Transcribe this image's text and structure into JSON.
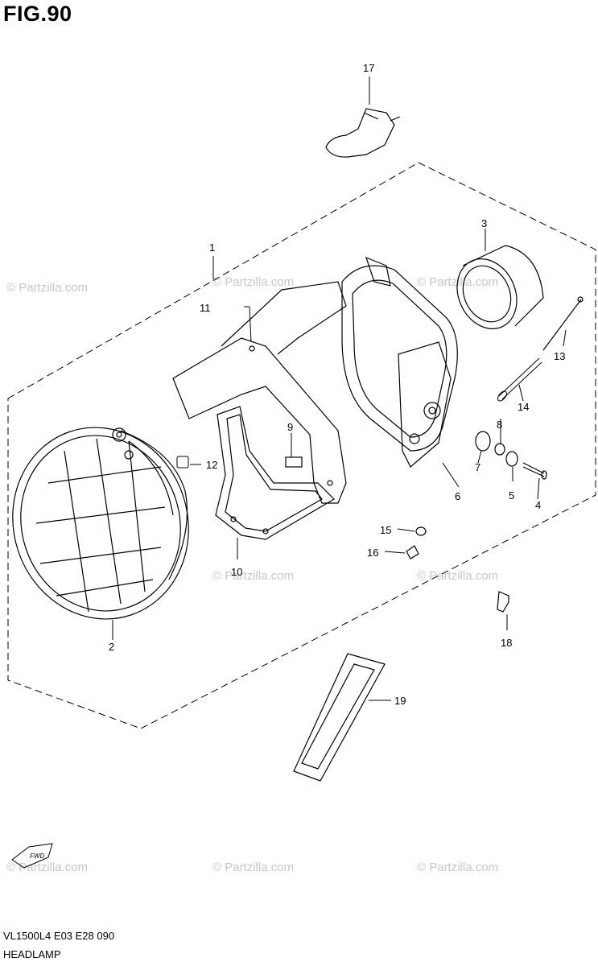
{
  "figure": {
    "title": "FIG.90"
  },
  "watermark": {
    "text": "© Partzilla.com"
  },
  "footer": {
    "model_code": "VL1500L4  E03  E28  090",
    "name": "HEADLAMP"
  },
  "parts": [
    {
      "label": "1"
    },
    {
      "label": "2"
    },
    {
      "label": "3"
    },
    {
      "label": "4"
    },
    {
      "label": "5"
    },
    {
      "label": "6"
    },
    {
      "label": "7"
    },
    {
      "label": "8"
    },
    {
      "label": "9"
    },
    {
      "label": "10"
    },
    {
      "label": "11"
    },
    {
      "label": "12"
    },
    {
      "label": "13"
    },
    {
      "label": "14"
    },
    {
      "label": "15"
    },
    {
      "label": "16"
    },
    {
      "label": "17"
    },
    {
      "label": "18"
    },
    {
      "label": "19"
    }
  ],
  "fwd_marker": {
    "text": "FWD"
  }
}
